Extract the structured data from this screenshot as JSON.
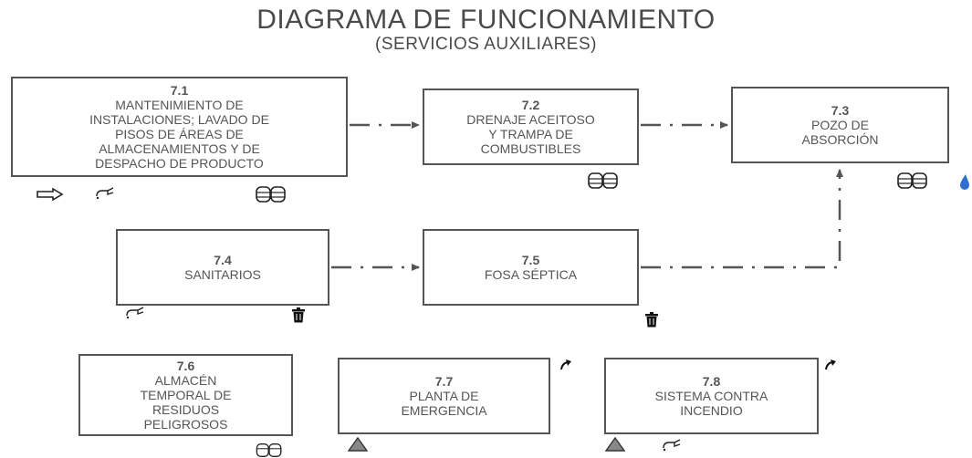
{
  "title": "DIAGRAMA DE FUNCIONAMIENTO",
  "subtitle": "(SERVICIOS AUXILIARES)",
  "boxes": {
    "b71": {
      "num": "7.1",
      "label": "MANTENIMIENTO DE\nINSTALACIONES; LAVADO DE\nPISOS DE ÁREAS DE\nALMACENAMIENTOS Y DE\nDESPACHO DE PRODUCTO"
    },
    "b72": {
      "num": "7.2",
      "label": "DRENAJE ACEITOSO\nY TRAMPA DE\nCOMBUSTIBLES"
    },
    "b73": {
      "num": "7.3",
      "label": "POZO DE\nABSORCIÓN"
    },
    "b74": {
      "num": "7.4",
      "label": "SANITARIOS"
    },
    "b75": {
      "num": "7.5",
      "label": "FOSA SÉPTICA"
    },
    "b76": {
      "num": "7.6",
      "label": "ALMACÉN\nTEMPORAL DE\nRESIDUOS\nPELIGROSOS"
    },
    "b77": {
      "num": "7.7",
      "label": "PLANTA DE\nEMERGENCIA"
    },
    "b78": {
      "num": "7.8",
      "label": "SISTEMA CONTRA\nINCENDIO"
    }
  },
  "icons": [
    "arrow-outline-icon",
    "faucet-icon",
    "barrels-icon",
    "trash-icon",
    "warning-triangle-icon",
    "exhaust-arrow-icon",
    "water-drop-icon"
  ],
  "colors": {
    "line": "#555555",
    "icon": "#333333",
    "accent_blue": "#2f6fd0"
  }
}
